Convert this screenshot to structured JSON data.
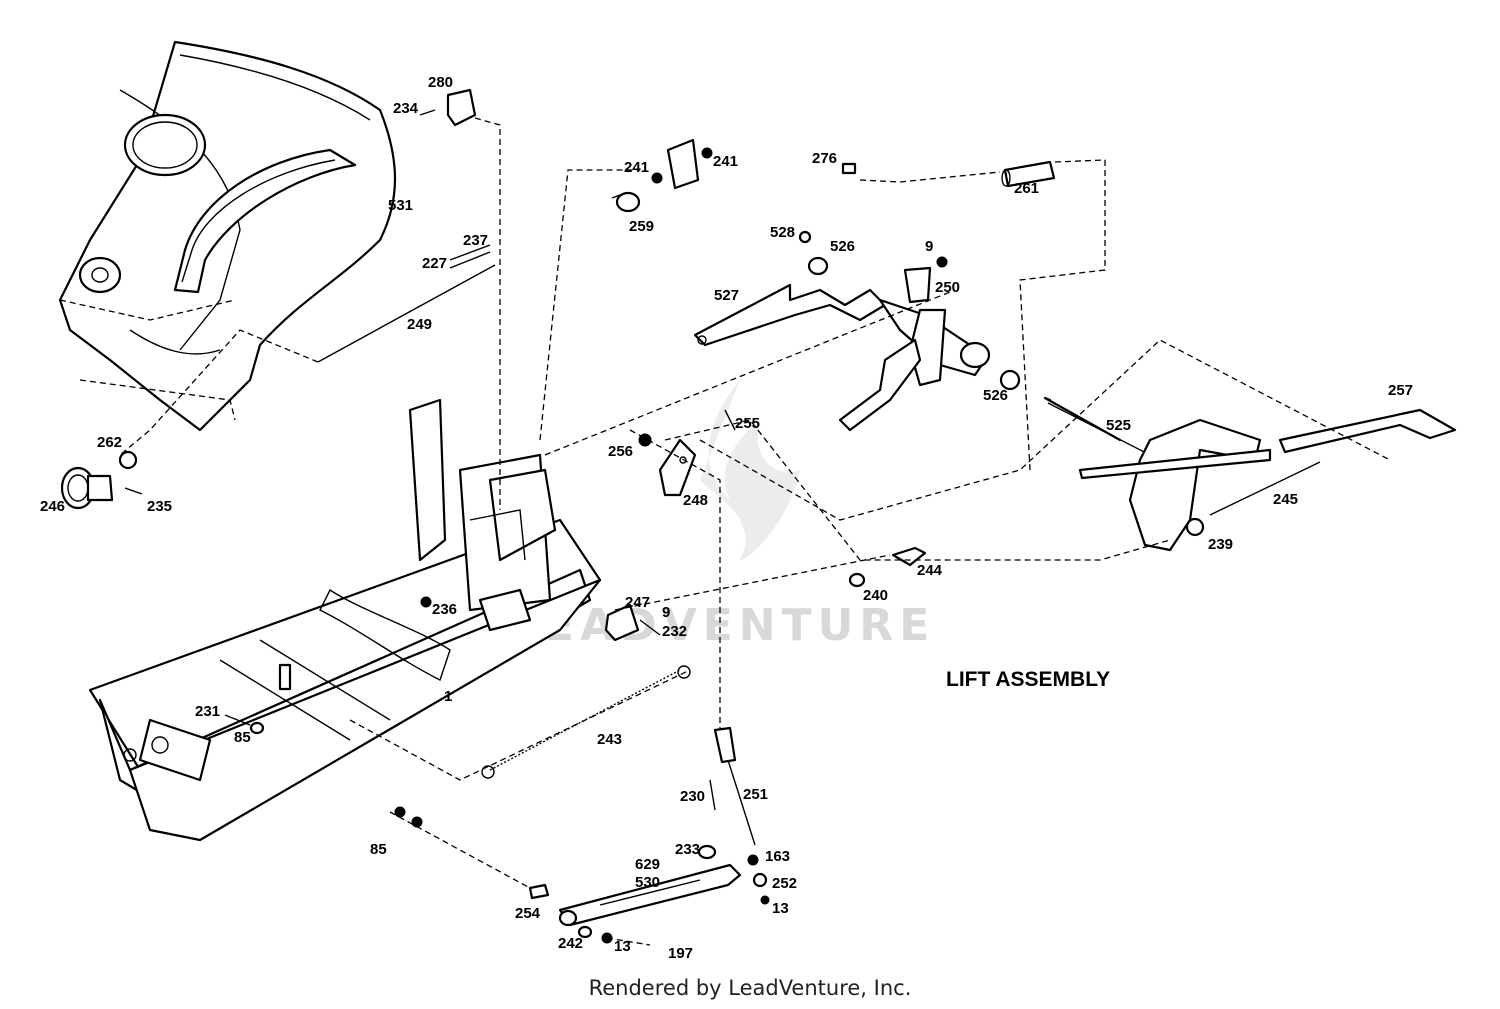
{
  "diagram": {
    "title": "LIFT ASSEMBLY",
    "watermark": "LEADVENTURE",
    "footer": "Rendered by LeadVenture, Inc.",
    "callouts": [
      "280",
      "234",
      "531",
      "241",
      "241",
      "259",
      "276",
      "261",
      "237",
      "227",
      "249",
      "528",
      "526",
      "9",
      "250",
      "527",
      "526",
      "525",
      "257",
      "262",
      "246",
      "235",
      "255",
      "256",
      "248",
      "245",
      "239",
      "244",
      "240",
      "236",
      "247",
      "9",
      "232",
      "1",
      "231",
      "85",
      "243",
      "230",
      "251",
      "85",
      "233",
      "163",
      "629",
      "530",
      "252",
      "13",
      "254",
      "242",
      "13",
      "197"
    ]
  }
}
